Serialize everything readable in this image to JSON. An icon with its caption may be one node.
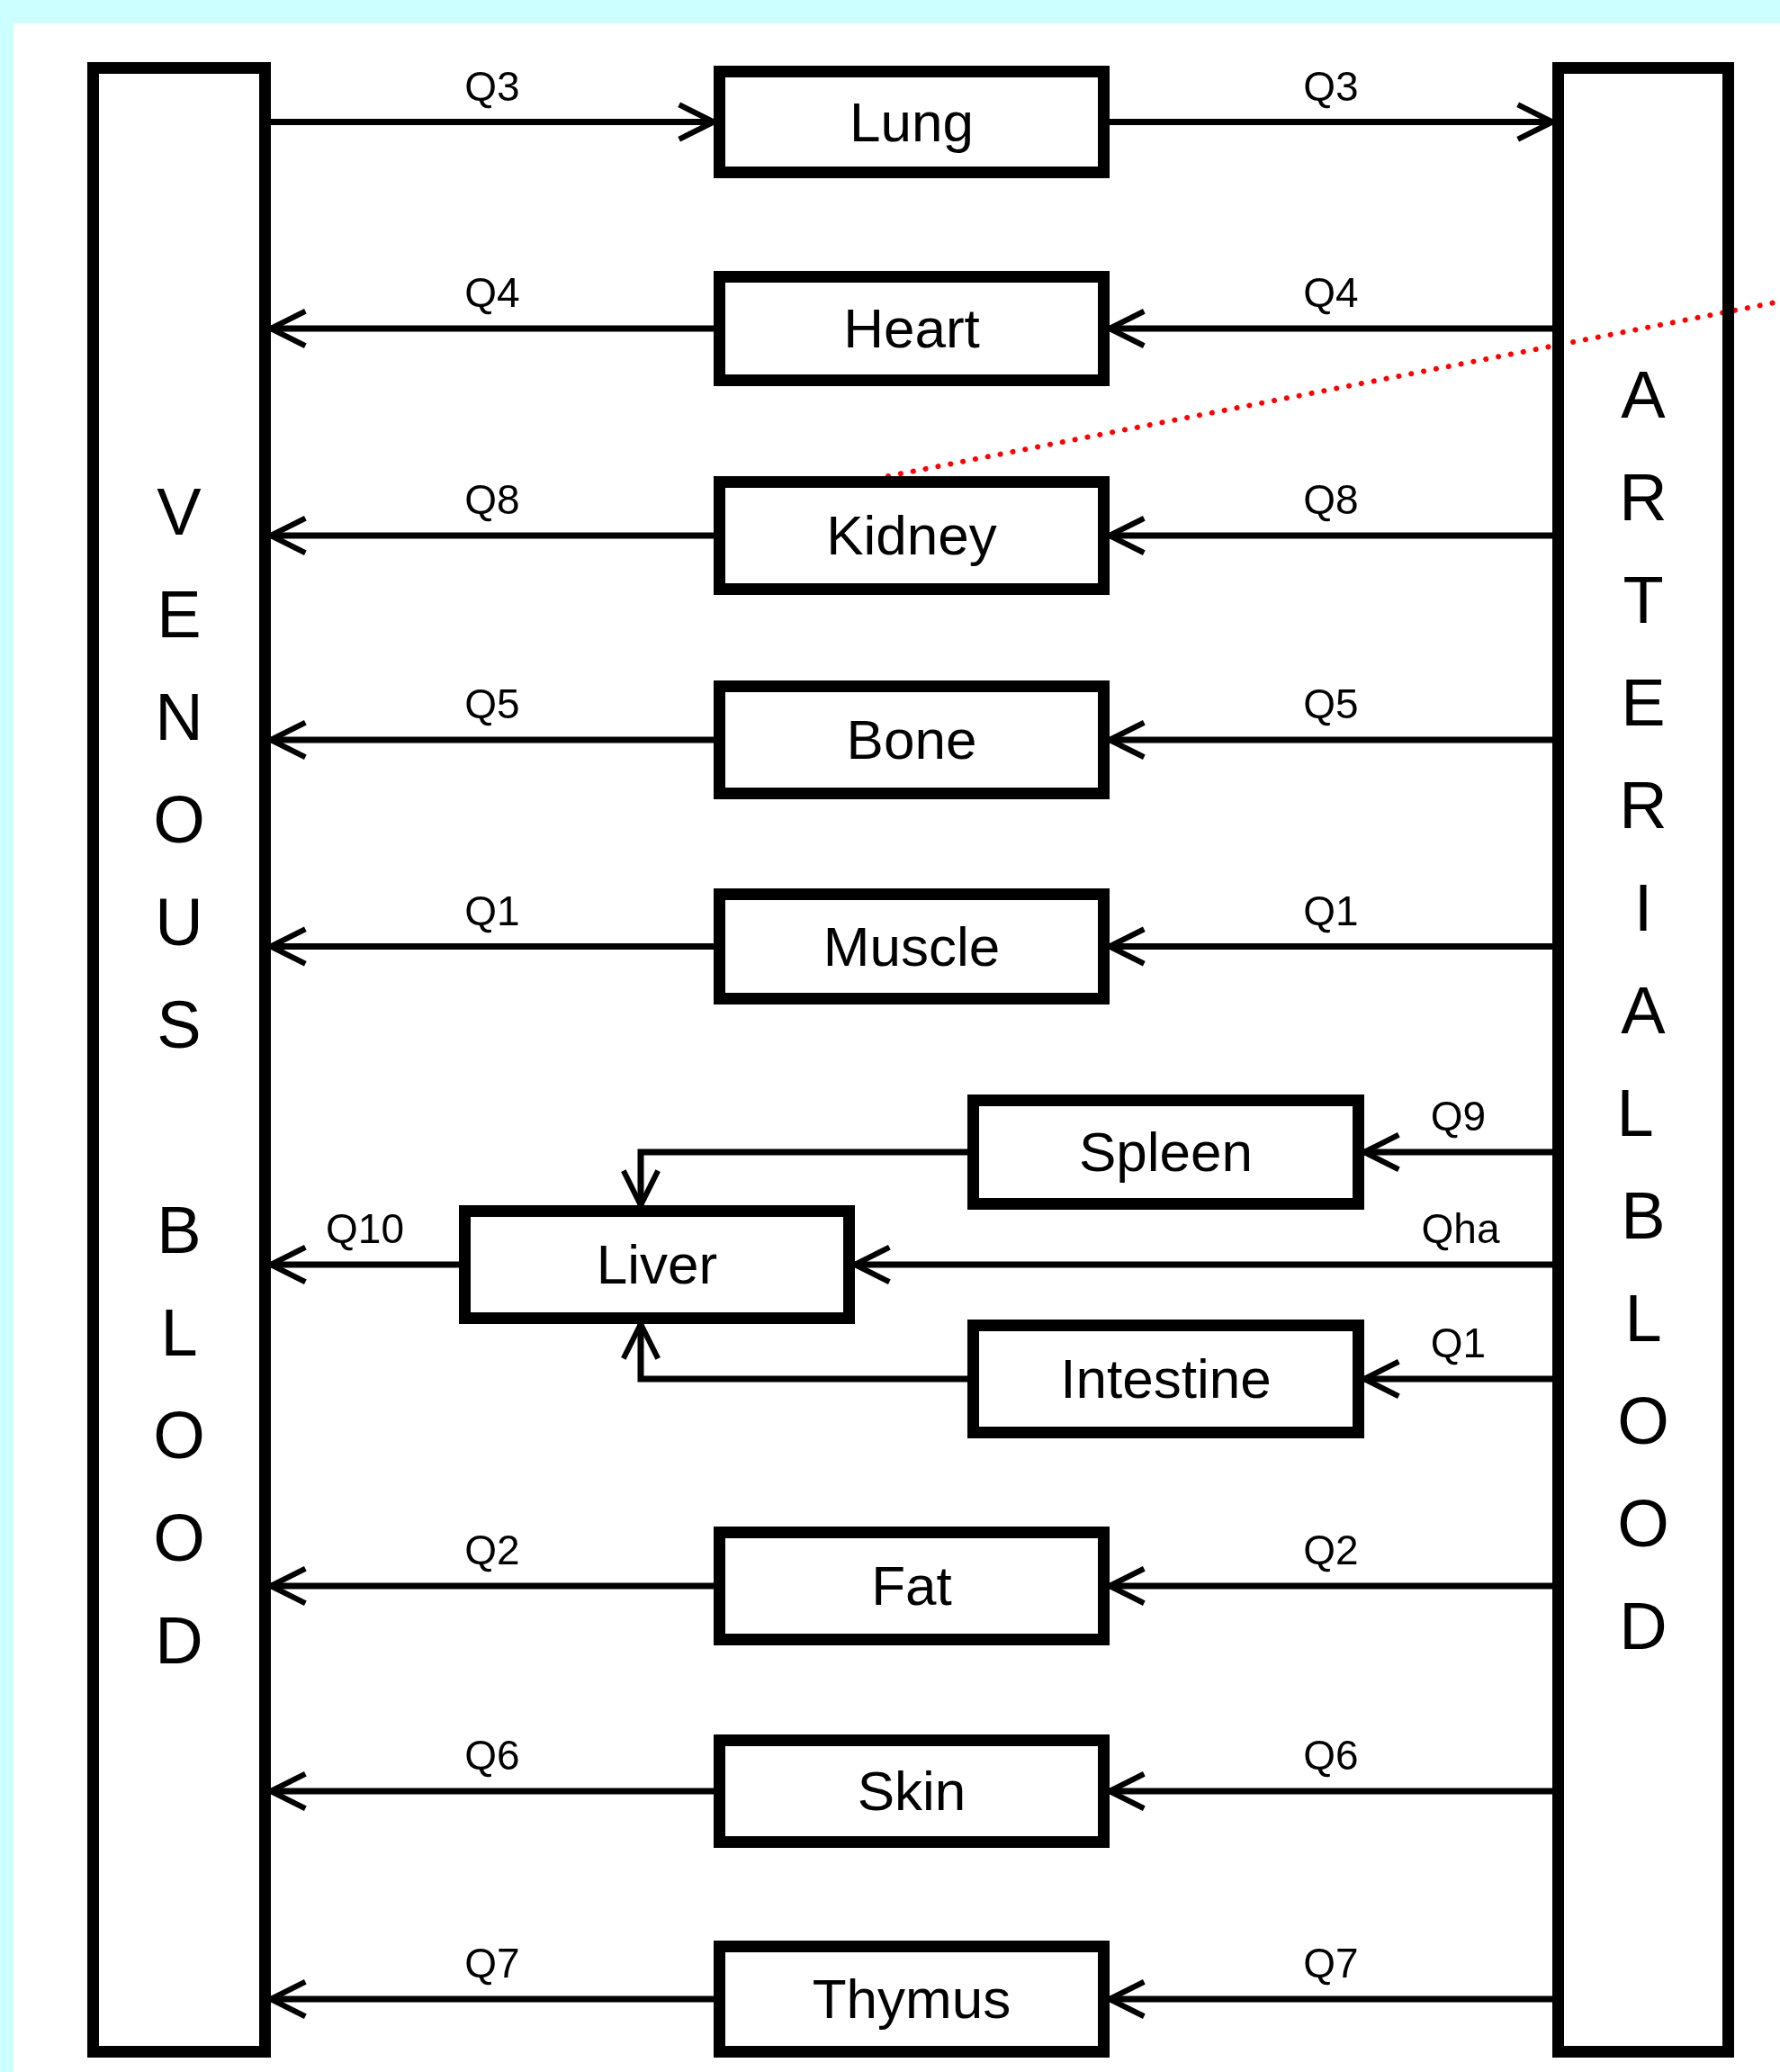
{
  "diagram": {
    "nodes": [
      {
        "text": [
          "VENOUS BLOOD"
        ]
      },
      {
        "text": [
          "ARTERIAL BLOOD"
        ]
      },
      {
        "text": [
          "Lung"
        ]
      },
      {
        "text": [
          "Heart"
        ]
      },
      {
        "text": [
          "Kidney"
        ]
      },
      {
        "text": [
          "Bone"
        ]
      },
      {
        "text": [
          "Muscle"
        ]
      },
      {
        "text": [
          "Spleen"
        ]
      },
      {
        "text": [
          "Liver"
        ]
      },
      {
        "text": [
          "Intestine"
        ]
      },
      {
        "text": [
          "Fat"
        ]
      },
      {
        "text": [
          "Skin"
        ]
      },
      {
        "text": [
          "Thymus"
        ]
      }
    ],
    "edges": [
      {
        "from": 0,
        "to": 2,
        "arrow": "to",
        "label": "Q3"
      },
      {
        "from": 2,
        "to": 1,
        "arrow": "to",
        "label": "Q3"
      },
      {
        "from": 1,
        "to": 3,
        "arrow": "to",
        "label": "Q4"
      },
      {
        "from": 3,
        "to": 0,
        "arrow": "to",
        "label": "Q4"
      },
      {
        "from": 1,
        "to": 4,
        "arrow": "to",
        "label": "Q8"
      },
      {
        "from": 4,
        "to": 0,
        "arrow": "to",
        "label": "Q8"
      },
      {
        "from": 1,
        "to": 5,
        "arrow": "to",
        "label": "Q5"
      },
      {
        "from": 5,
        "to": 0,
        "arrow": "to",
        "label": "Q5"
      },
      {
        "from": 1,
        "to": 6,
        "arrow": "to",
        "label": "Q1"
      },
      {
        "from": 6,
        "to": 0,
        "arrow": "to",
        "label": "Q1"
      },
      {
        "from": 1,
        "to": 7,
        "arrow": "to",
        "label": "Q9"
      },
      {
        "from": 7,
        "to": 8,
        "arrow": "to"
      },
      {
        "from": 1,
        "to": 8,
        "arrow": "to",
        "label": "Qha"
      },
      {
        "from": 8,
        "to": 0,
        "arrow": "to",
        "label": "Q10"
      },
      {
        "from": 1,
        "to": 9,
        "arrow": "to",
        "label": "Q1"
      },
      {
        "from": 9,
        "to": 8,
        "arrow": "to"
      },
      {
        "from": 1,
        "to": 10,
        "arrow": "to",
        "label": "Q2"
      },
      {
        "from": 10,
        "to": 0,
        "arrow": "to",
        "label": "Q2"
      },
      {
        "from": 1,
        "to": 11,
        "arrow": "to",
        "label": "Q6"
      },
      {
        "from": 11,
        "to": 0,
        "arrow": "to",
        "label": "Q6"
      },
      {
        "from": 1,
        "to": 12,
        "arrow": "to",
        "label": "Q7"
      },
      {
        "from": 12,
        "to": 0,
        "arrow": "to",
        "label": "Q7"
      },
      {
        "from": 4,
        "to": null,
        "arrow": "none",
        "style": "dashed",
        "color": "#ff0000"
      }
    ]
  }
}
